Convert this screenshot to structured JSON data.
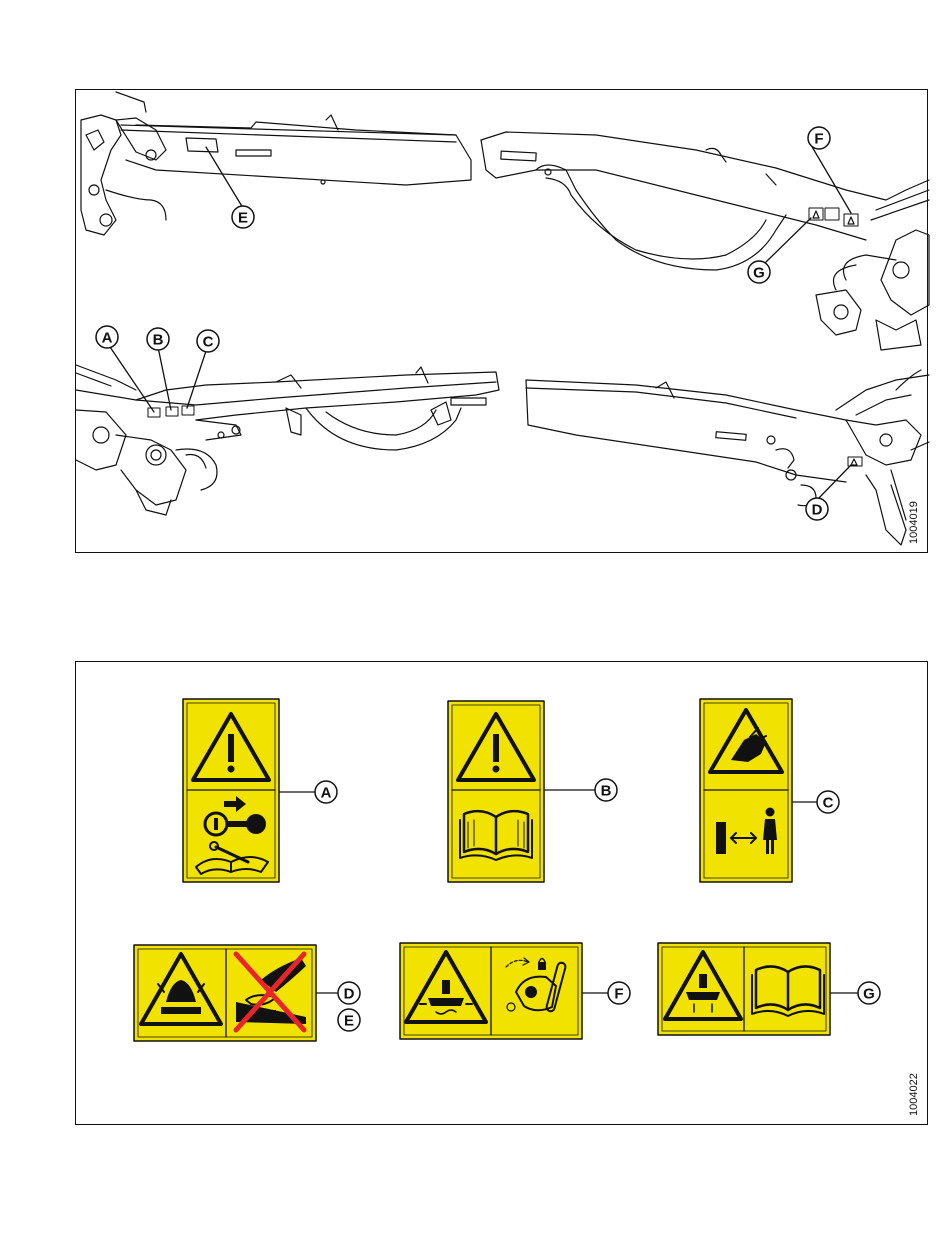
{
  "figures": [
    {
      "id": "figure-top",
      "figure_number": "1004019",
      "callouts": [
        "A",
        "B",
        "C",
        "D",
        "E",
        "F",
        "G"
      ]
    },
    {
      "id": "figure-bottom",
      "figure_number": "1004022",
      "callouts": [
        "A",
        "B",
        "C",
        "D",
        "E",
        "F",
        "G"
      ]
    }
  ],
  "colors": {
    "decal_yellow": "#f2e200",
    "line": "#111111",
    "background": "#ffffff"
  },
  "icons": {
    "decal_A": [
      "warning-triangle-exclamation-icon",
      "key-removal-icon",
      "manual-wrench-icon"
    ],
    "decal_B": [
      "warning-triangle-exclamation-icon",
      "open-manual-icon"
    ],
    "decal_C": [
      "entanglement-hazard-icon",
      "keep-distance-person-icon"
    ],
    "decal_DE": [
      "crush-hazard-icon",
      "no-hand-reach-icon"
    ],
    "decal_F": [
      "header-drop-hazard-icon",
      "lock-cylinder-icon"
    ],
    "decal_G": [
      "header-drop-hazard-icon",
      "open-manual-icon"
    ]
  }
}
